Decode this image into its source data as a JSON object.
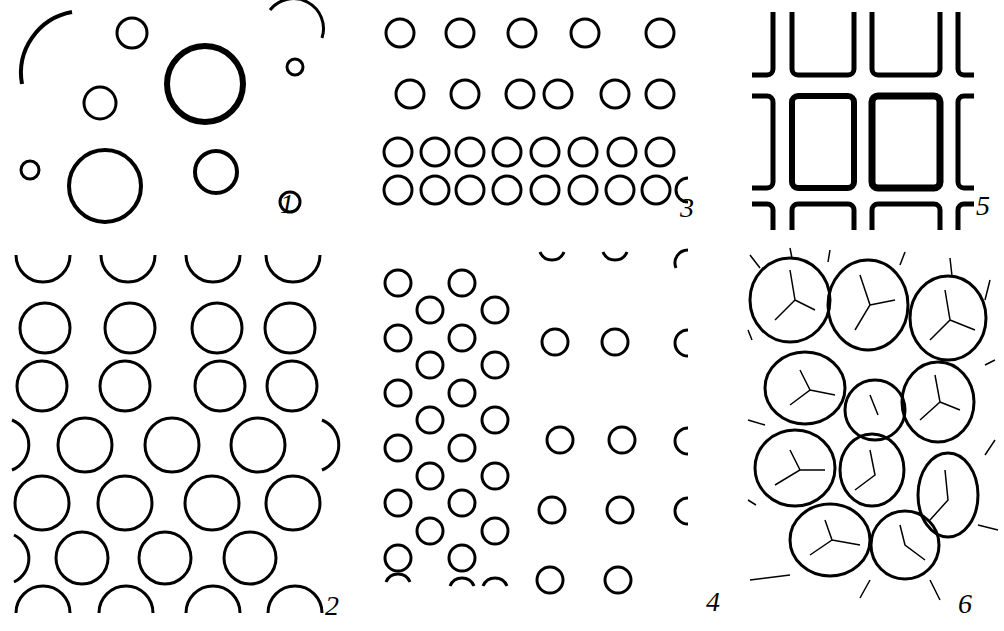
{
  "diagram": {
    "labels": [
      "1",
      "3",
      "5",
      "2",
      "4",
      "6"
    ]
  }
}
